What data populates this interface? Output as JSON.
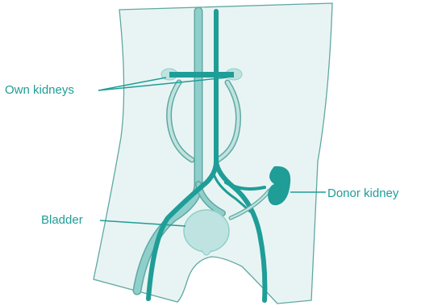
{
  "labels": {
    "own_kidneys": "Own kidneys",
    "bladder": "Bladder",
    "donor_kidney": "Donor kidney"
  },
  "colors": {
    "teal": "#1f9d97",
    "light_teal": "#8fcfcb",
    "pale_fill": "#e8f4f3",
    "outline": "#5fa8a3"
  }
}
